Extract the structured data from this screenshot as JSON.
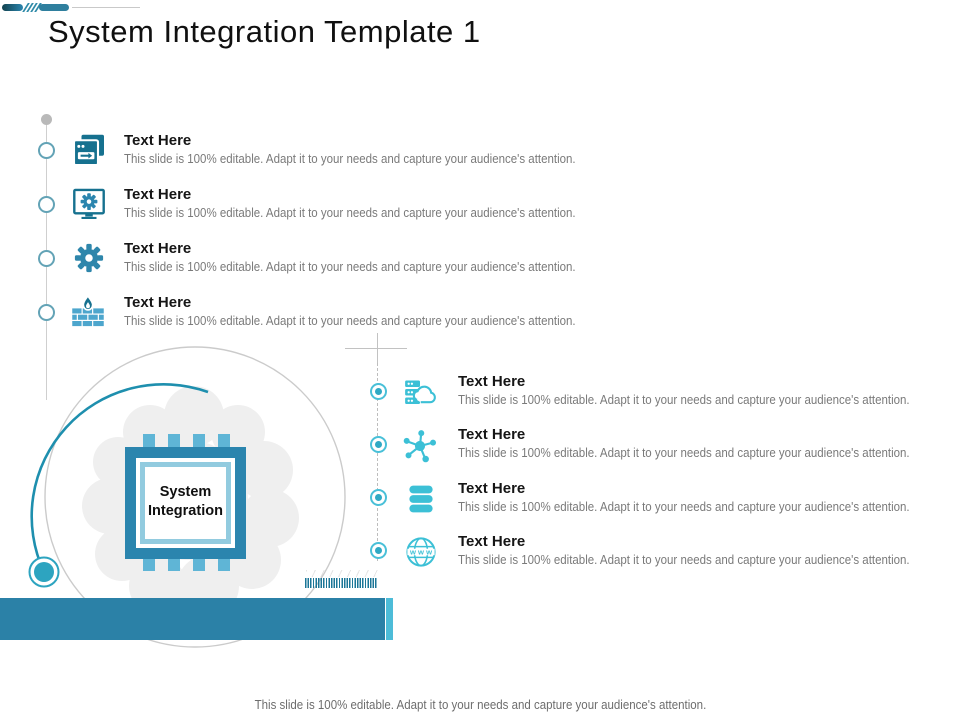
{
  "slide": {
    "title": "System Integration Template 1",
    "footer": "This slide is 100% editable. Adapt it to your needs and capture your audience's attention."
  },
  "chip": {
    "line1": "System",
    "line2": "Integration"
  },
  "left_items": [
    {
      "icon": "browser-windows-icon",
      "title": "Text Here",
      "description": "This slide is 100% editable. Adapt it to your needs and capture your audience's attention."
    },
    {
      "icon": "monitor-gear-icon",
      "title": "Text Here",
      "description": "This slide is 100% editable. Adapt it to your needs and capture your audience's attention."
    },
    {
      "icon": "gear-icon",
      "title": "Text Here",
      "description": "This slide is 100% editable. Adapt it to your needs and capture your audience's attention."
    },
    {
      "icon": "firewall-icon",
      "title": "Text Here",
      "description": "This slide is 100% editable. Adapt it to your needs and capture your audience's attention."
    }
  ],
  "right_items": [
    {
      "icon": "cloud-server-icon",
      "title": "Text Here",
      "description": "This slide is 100% editable. Adapt it to your needs and capture your audience's attention."
    },
    {
      "icon": "network-hub-icon",
      "title": "Text Here",
      "description": "This slide is 100% editable. Adapt it to your needs and capture your audience's attention."
    },
    {
      "icon": "database-icon",
      "title": "Text Here",
      "description": "This slide is 100% editable. Adapt it to your needs and capture your audience's attention."
    },
    {
      "icon": "globe-www-icon",
      "title": "Text Here",
      "description": "This slide is 100% editable. Adapt it to your needs and capture your audience's attention."
    }
  ],
  "colors": {
    "dark_teal": "#1e769a",
    "mid_teal": "#2b85ae",
    "light_teal": "#3cc0d6",
    "bottom_bar": "#2b81a7",
    "bottom_bar_strip": "#4dbcd8",
    "arc_teal": "#1e8fae"
  }
}
